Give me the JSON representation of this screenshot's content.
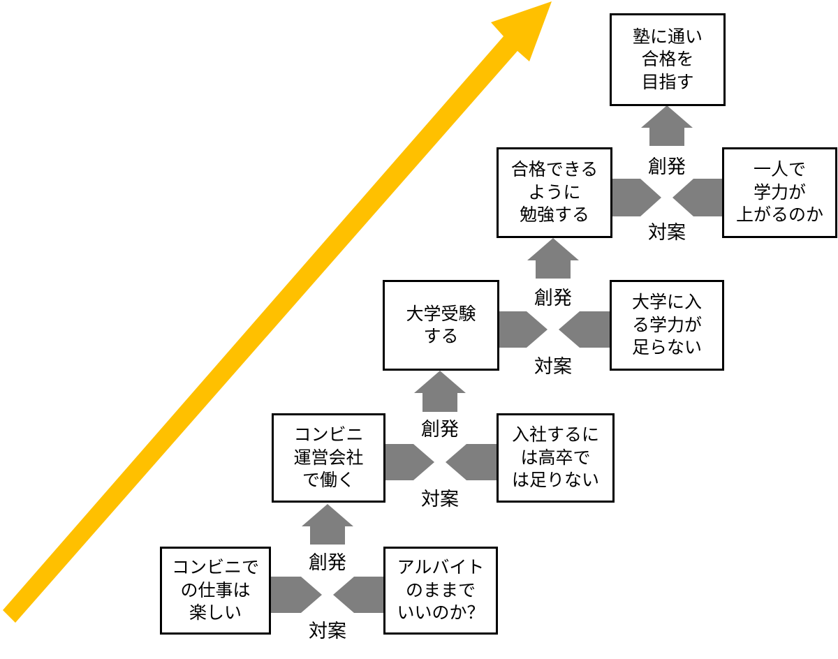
{
  "growth_arrow": {
    "color": "#FFC000"
  },
  "connector_color": "#7F7F7F",
  "steps": [
    {
      "left_box": "コンビニで\nの仕事は\n楽しい",
      "right_box": "アルバイト\nのままで\nいいのか？",
      "label_top": "創発",
      "label_bottom": "対案"
    },
    {
      "left_box": "コンビニ\n運営会社\nで働く",
      "right_box": "入社するに\nは高卒で\nは足りない",
      "label_top": "創発",
      "label_bottom": "対案"
    },
    {
      "left_box": "大学受験\nする",
      "right_box": "大学に入\nる学力が\n足らない",
      "label_top": "創発",
      "label_bottom": "対案"
    },
    {
      "left_box": "合格できる\nように\n勉強する",
      "right_box": "一人で\n学力が\n上がるのか",
      "label_top": "創発",
      "label_bottom": "対案"
    }
  ],
  "final_box": "塾に通い\n合格を\n目指す"
}
